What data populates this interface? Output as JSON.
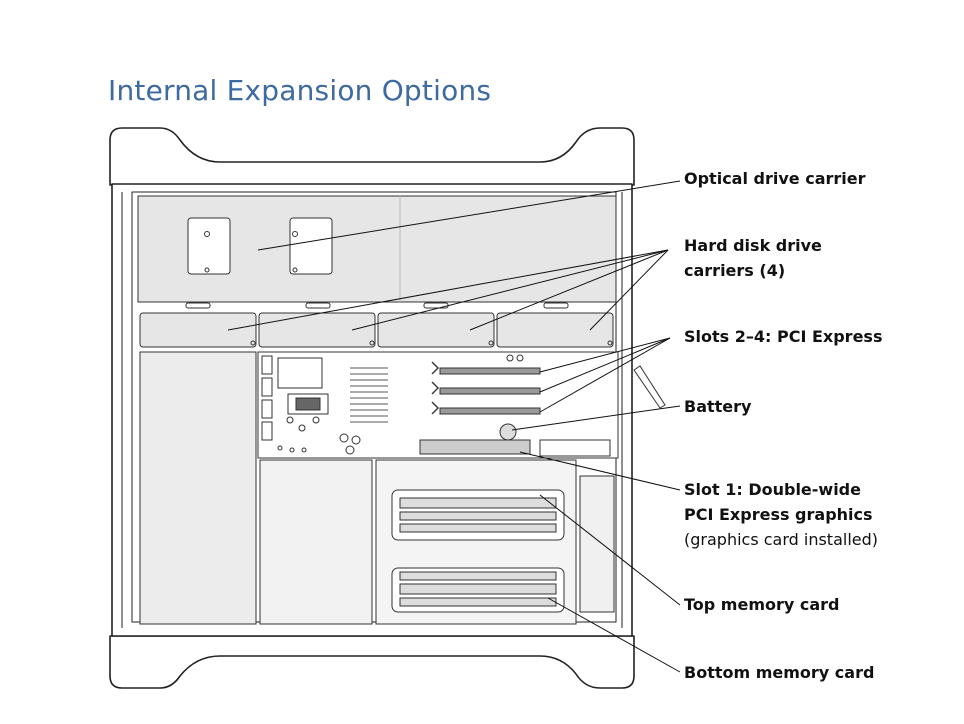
{
  "title": "Internal Expansion Options",
  "labels": {
    "optical": "Optical drive carrier",
    "hdd_line1": "Hard disk drive",
    "hdd_line2": "carriers (4)",
    "pci": "Slots 2–4: PCI Express",
    "battery": "Battery",
    "slot1_line1": "Slot 1: Double-wide",
    "slot1_line2": "PCI Express graphics",
    "slot1_line3": "(graphics card installed)",
    "top_memory": "Top memory card",
    "bottom_memory": "Bottom memory card"
  }
}
